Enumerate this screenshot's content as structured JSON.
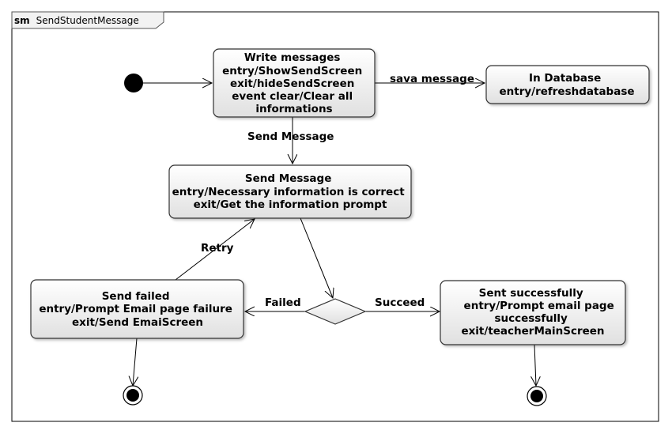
{
  "frame": {
    "keyword": "sm",
    "name": "SendStudentMessage"
  },
  "states": {
    "write_messages": [
      "Write messages",
      "entry/ShowSendScreen",
      "exit/hideSendScreen",
      "event clear/Clear all",
      "informations"
    ],
    "in_database": [
      "In Database",
      "entry/refreshdatabase"
    ],
    "send_message": [
      "Send Message",
      "entry/Necessary information is correct",
      "exit/Get the information prompt"
    ],
    "send_failed": [
      "Send  failed",
      "entry/Prompt Email page failure",
      "exit/Send EmaiScreen"
    ],
    "sent_successfully": [
      "Sent successfully",
      "entry/Prompt email page",
      "successfully",
      "exit/teacherMainScreen"
    ]
  },
  "transitions": {
    "save": "sava message",
    "send": "Send Message",
    "retry": "Retry",
    "failed": "Failed",
    "succeed": "Succeed"
  },
  "colors": {
    "state_fill_top": "#ffffff",
    "state_fill_bottom": "#e2e2e2",
    "state_border": "#333333",
    "line": "#000000",
    "initial_node": "#000000"
  }
}
